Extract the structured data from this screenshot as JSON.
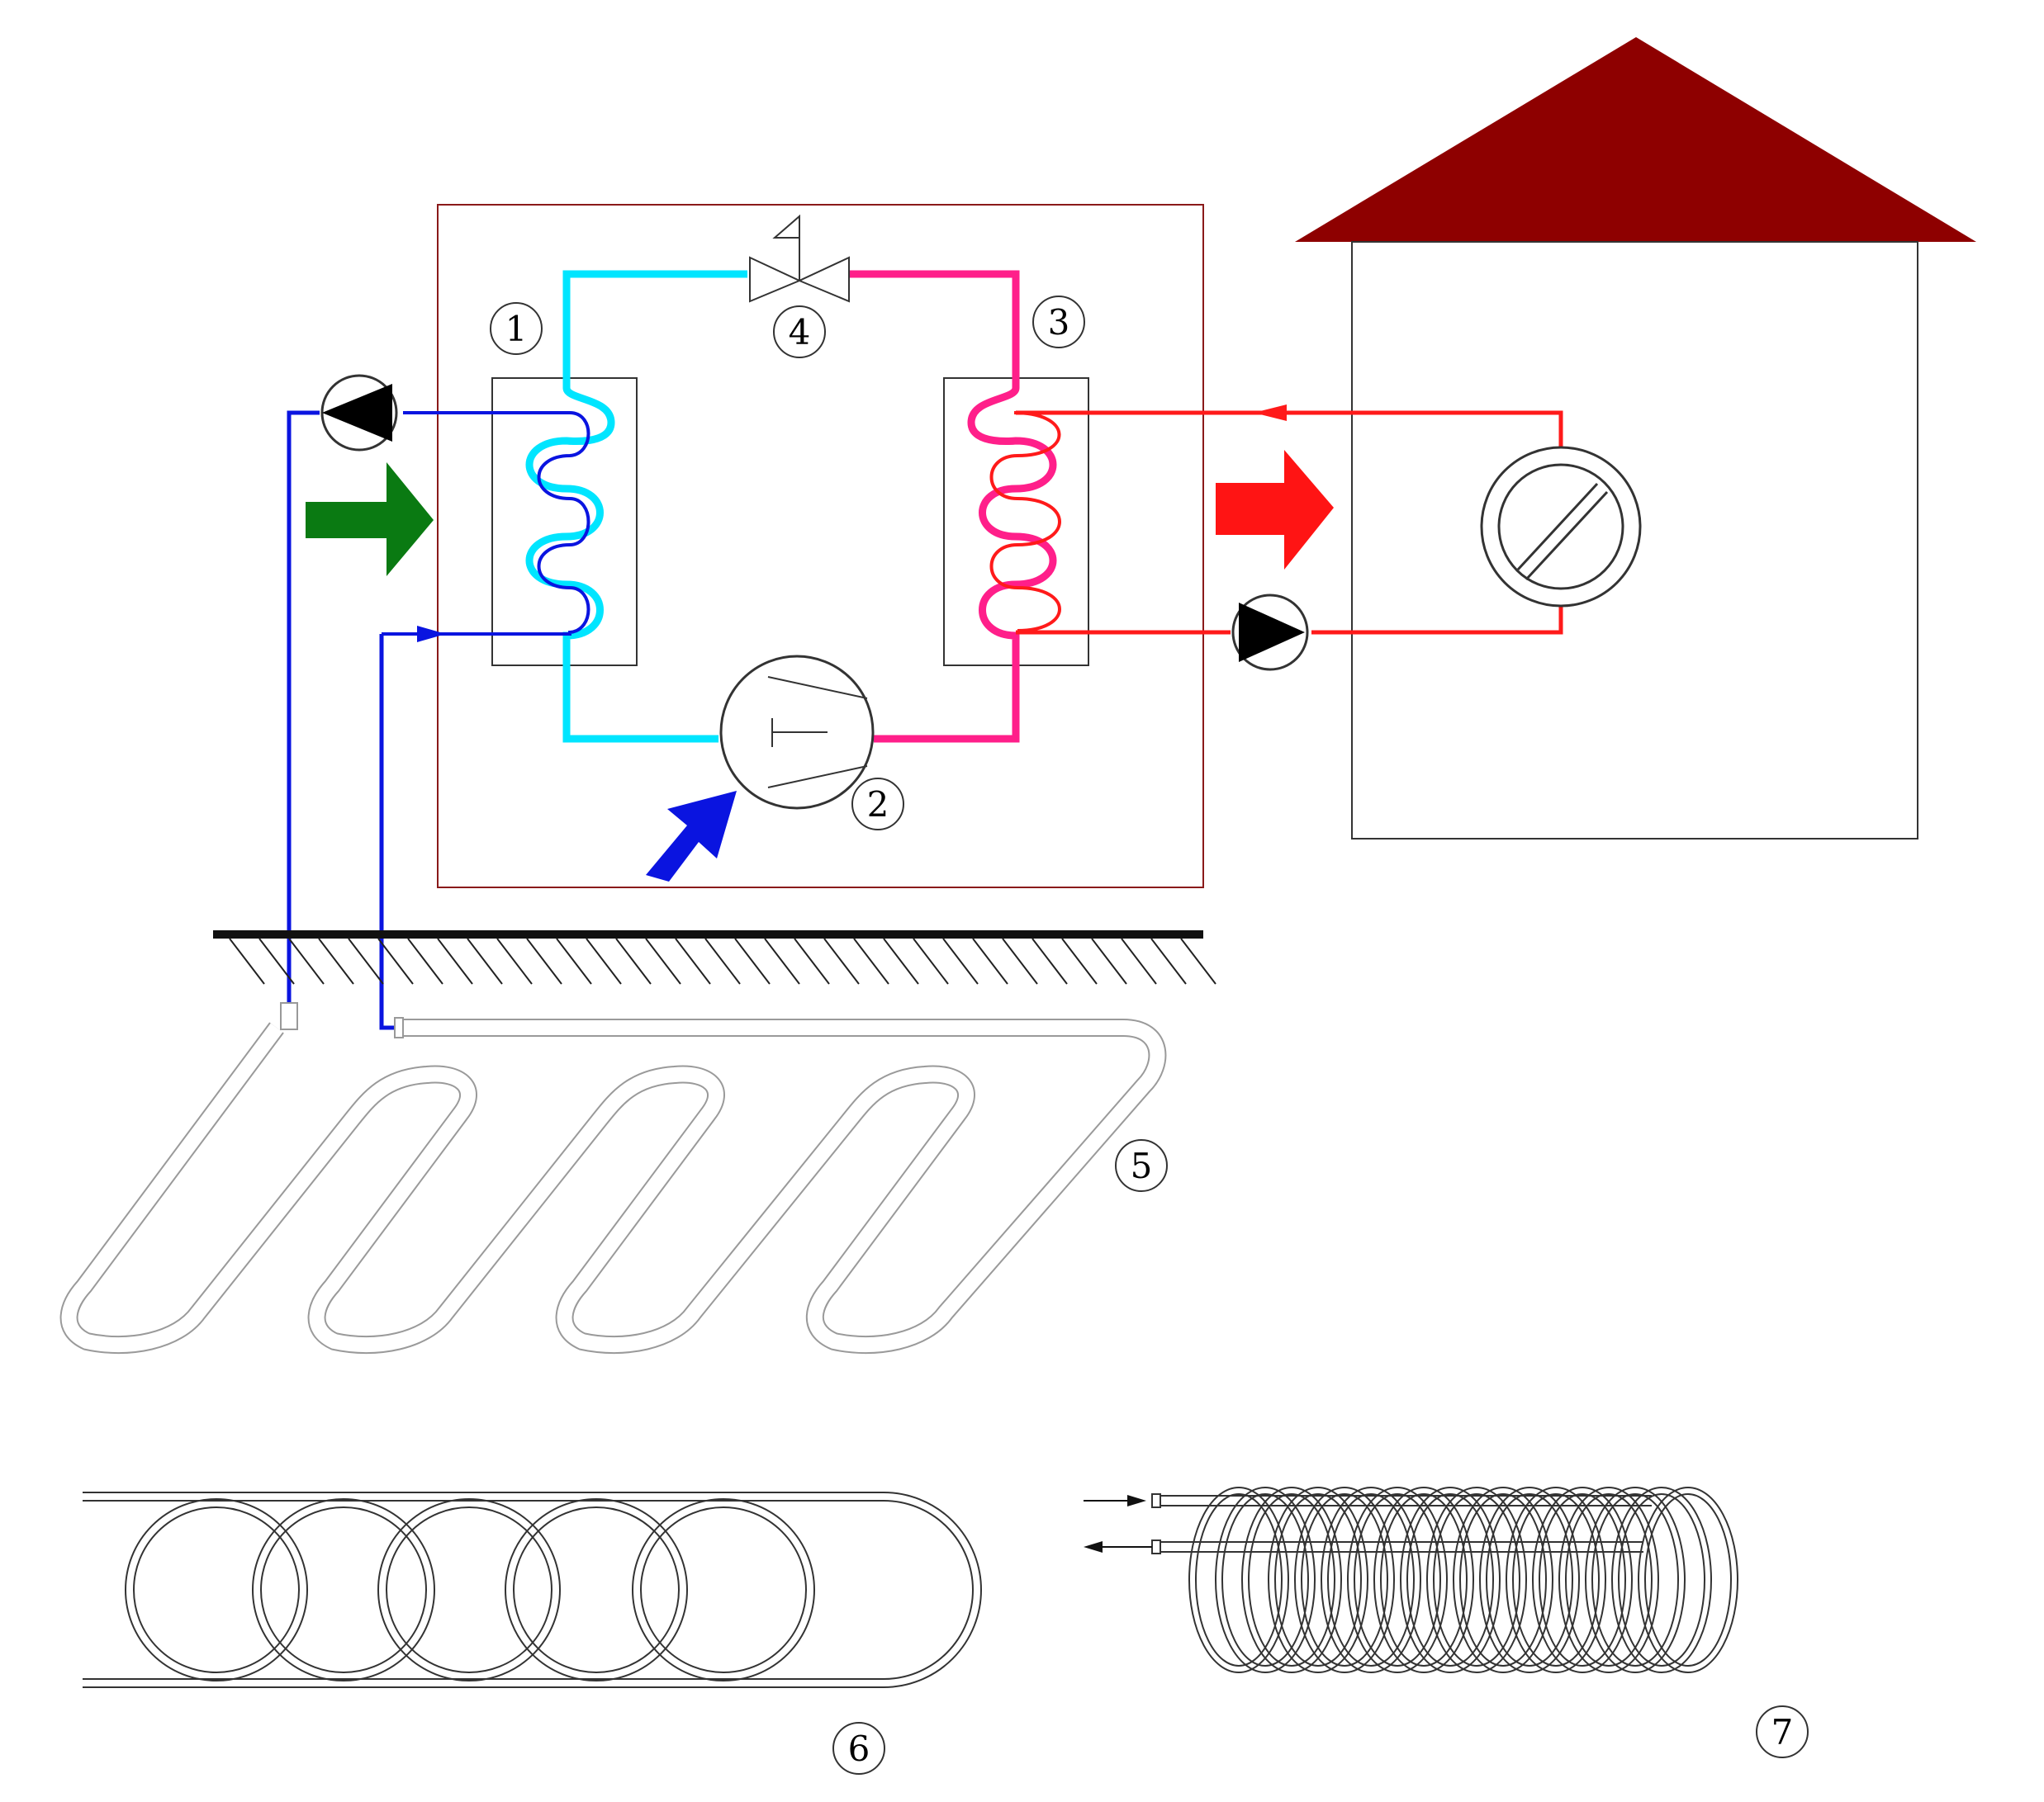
{
  "labels": {
    "evaporator": "1",
    "compressor": "2",
    "condenser": "3",
    "expansion_valve": "4",
    "ground_collector_horizontal": "5",
    "slinky_collector": "6",
    "spiral_collector": "7"
  },
  "colors": {
    "cold_refrigerant": "#00e5ff",
    "hot_refrigerant": "#ff1f8a",
    "brine_loop": "#0a14e0",
    "heating_loop": "#ff1a1a",
    "ground_heat_arrow": "#0a7a12",
    "work_input_arrow": "#0a14e0",
    "heat_output_arrow": "#ff1414",
    "roof": "#8e0000",
    "unit_frame": "#8a1a1a",
    "collector_pipe": "#9a9a9a",
    "ground_line": "#111111"
  },
  "icons": {
    "brine_pump": "pump-icon",
    "heating_pump": "pump-icon",
    "radiator": "radiator-icon",
    "valve": "expansion-valve-icon",
    "compressor": "compressor-icon"
  }
}
